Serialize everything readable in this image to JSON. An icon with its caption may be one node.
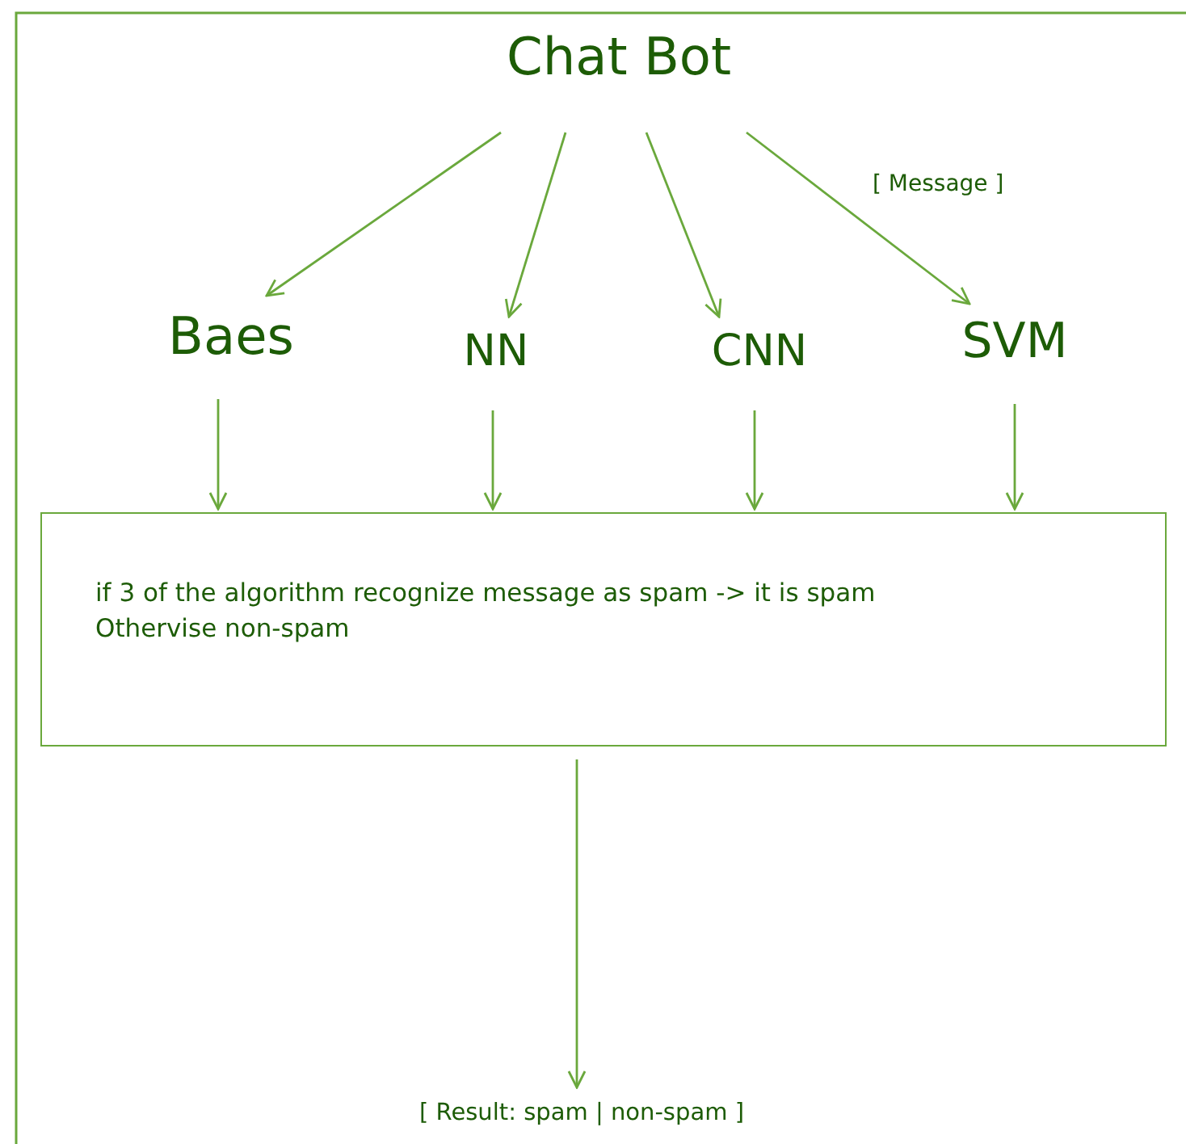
{
  "diagram": {
    "nodes": [
      {
        "text": [
          "Chat Bot"
        ]
      },
      {
        "text": [
          "Baes"
        ]
      },
      {
        "text": [
          "NN"
        ]
      },
      {
        "text": [
          "CNN"
        ]
      },
      {
        "text": [
          "SVM"
        ]
      },
      {
        "text": [
          "if 3 of the algorithm recognize message as spam -> it is spam",
          "Othervise non-spam"
        ]
      },
      {
        "text": [
          "[ Result: spam | non-spam ]"
        ]
      }
    ],
    "edges": [
      {
        "from": 0,
        "to": 1,
        "arrow": "to"
      },
      {
        "from": 0,
        "to": 2,
        "arrow": "to"
      },
      {
        "from": 0,
        "to": 3,
        "arrow": "to"
      },
      {
        "from": 0,
        "to": 4,
        "arrow": "to"
      },
      {
        "from": 1,
        "to": 5,
        "arrow": "to"
      },
      {
        "from": 2,
        "to": 5,
        "arrow": "to"
      },
      {
        "from": 3,
        "to": 5,
        "arrow": "to"
      },
      {
        "from": 4,
        "to": 5,
        "arrow": "to"
      },
      {
        "from": 5,
        "to": 6,
        "arrow": "to"
      }
    ],
    "labels": [
      "[ Message ]"
    ]
  }
}
